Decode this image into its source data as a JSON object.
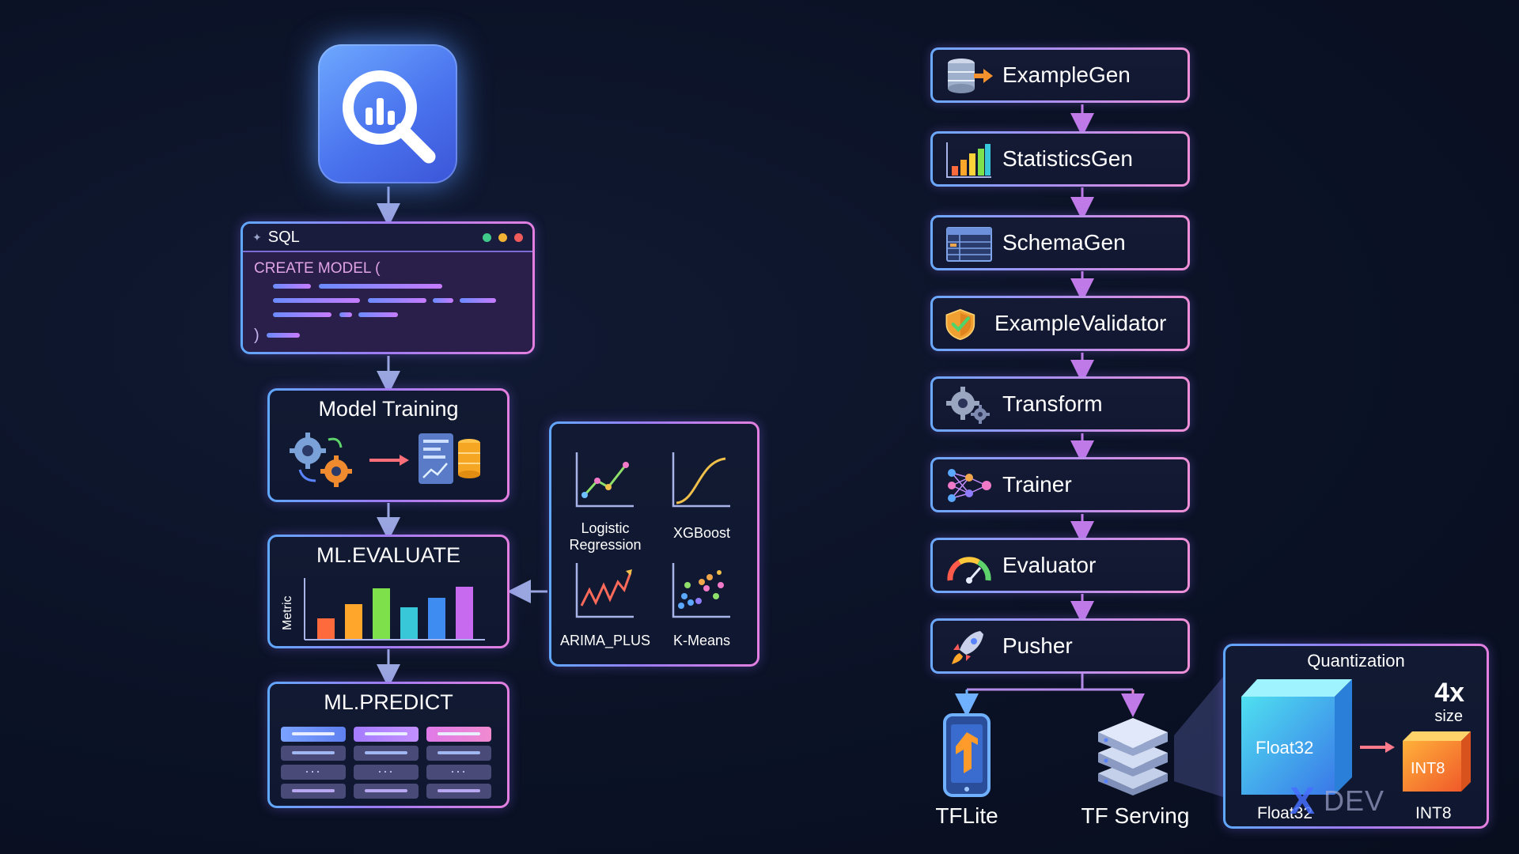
{
  "sql_editor": {
    "tab_label": "SQL",
    "code_open": "CREATE MODEL (",
    "code_close": ")"
  },
  "training": {
    "title": "Model Training"
  },
  "evaluate": {
    "title": "ML.EVALUATE",
    "ylabel": "Metric",
    "bar_colors": [
      "#ff6a3d",
      "#ffa62b",
      "#7ee04a",
      "#38c6d9",
      "#3e8cf2",
      "#c86af0"
    ]
  },
  "predict": {
    "title": "ML.PREDICT",
    "ellipsis": "..."
  },
  "models": [
    {
      "label": "Logistic\nRegression",
      "icon": "line-chart-icon"
    },
    {
      "label": "XGBoost",
      "icon": "curve-chart-icon"
    },
    {
      "label": "ARIMA_PLUS",
      "icon": "zigzag-chart-icon"
    },
    {
      "label": "K-Means",
      "icon": "scatter-clusters-icon"
    }
  ],
  "pipeline": [
    {
      "label": "ExampleGen",
      "icon": "database-arrow-icon"
    },
    {
      "label": "StatisticsGen",
      "icon": "bar-chart-icon"
    },
    {
      "label": "SchemaGen",
      "icon": "table-schema-icon"
    },
    {
      "label": "ExampleValidator",
      "icon": "shield-check-icon"
    },
    {
      "label": "Transform",
      "icon": "gears-icon"
    },
    {
      "label": "Trainer",
      "icon": "neural-network-icon"
    },
    {
      "label": "Evaluator",
      "icon": "gauge-icon"
    },
    {
      "label": "Pusher",
      "icon": "rocket-icon"
    }
  ],
  "deploy": {
    "tflite": {
      "label": "TFLite",
      "icon": "phone-tensorflow-icon"
    },
    "serving": {
      "label": "TF Serving",
      "icon": "server-stack-icon"
    }
  },
  "quantization": {
    "title": "Quantization",
    "ratio": "4x",
    "ratio_unit": "size",
    "from_face": "Float32",
    "to_face": "INT8",
    "from_caption": "Float32",
    "to_caption": "INT8"
  },
  "watermark": {
    "logo_text": "X",
    "text": "DEV"
  }
}
